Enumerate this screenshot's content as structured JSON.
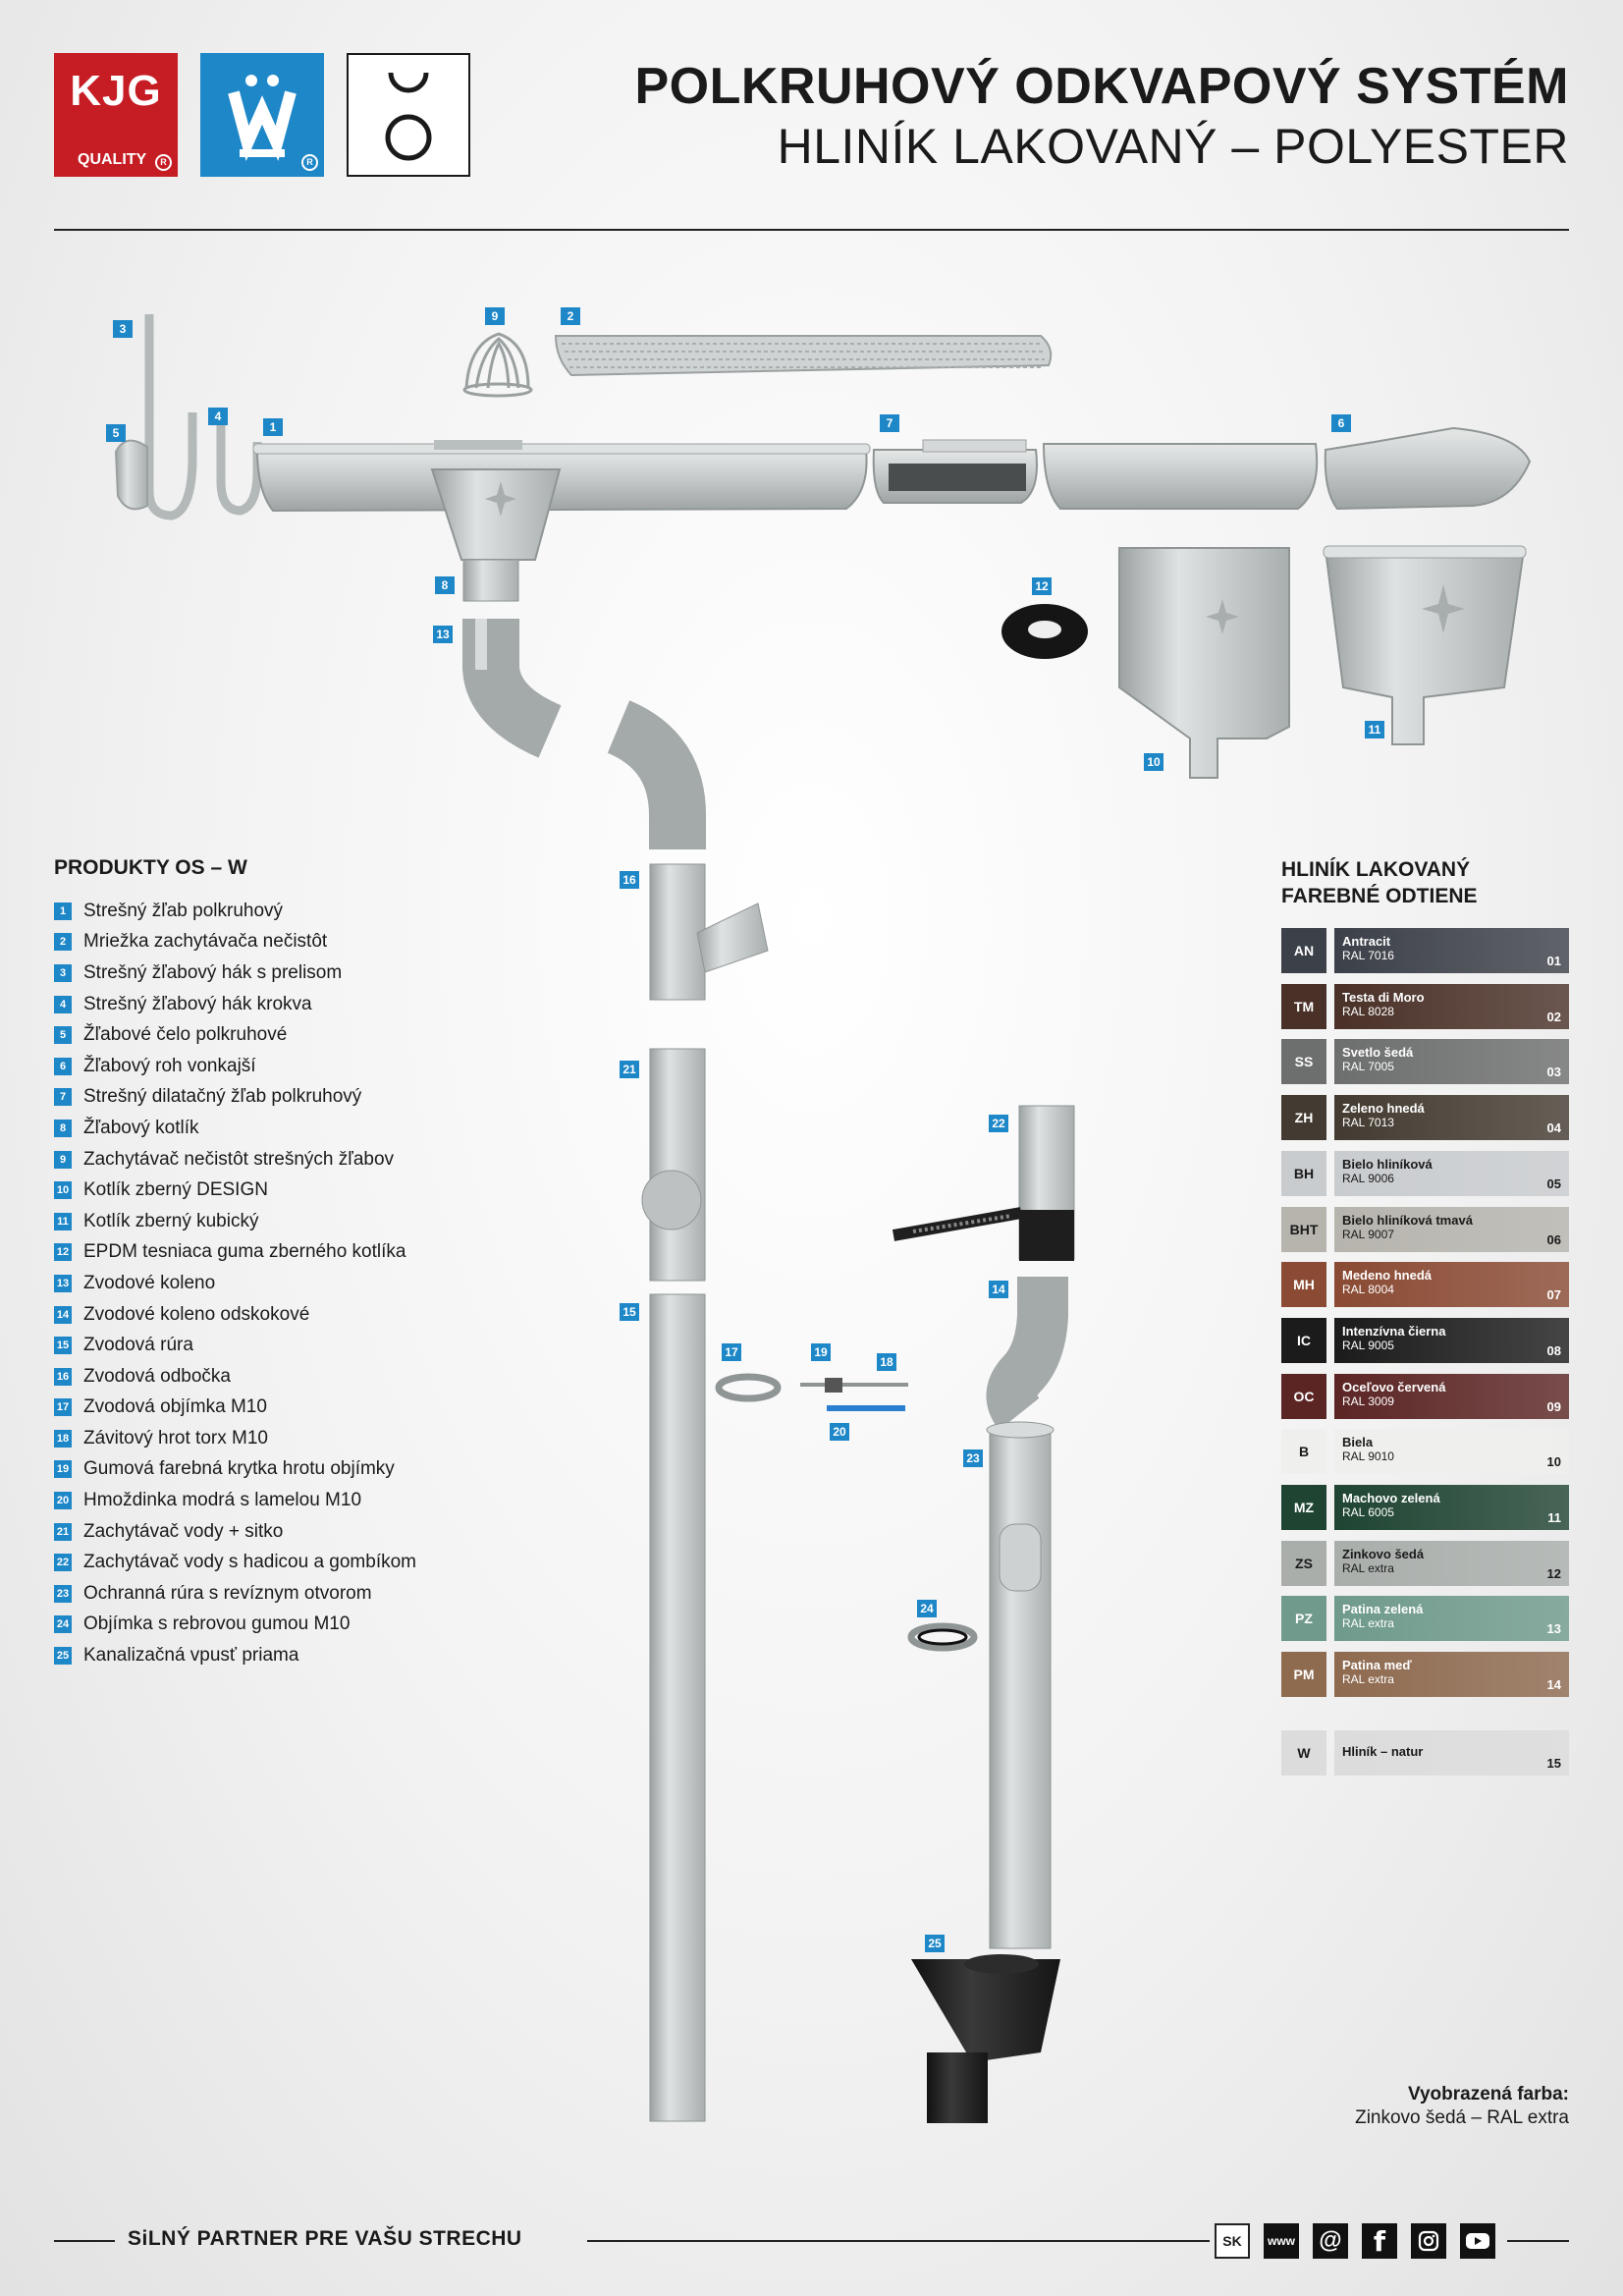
{
  "header": {
    "title_line1": "POLKRUHOVÝ ODKVAPOVÝ SYSTÉM",
    "title_line2": "HLINÍK LAKOVANÝ – POLYESTER",
    "logo_kjg_text": "KJG",
    "logo_kjg_sub": "QUALITY"
  },
  "products": {
    "title": "PRODUKTY OS – W",
    "items": [
      {
        "num": "1",
        "label": "Strešný žľab polkruhový"
      },
      {
        "num": "2",
        "label": "Mriežka zachytávača nečistôt"
      },
      {
        "num": "3",
        "label": "Strešný žľabový hák s prelisom"
      },
      {
        "num": "4",
        "label": "Strešný žľabový hák krokva"
      },
      {
        "num": "5",
        "label": "Žľabové čelo polkruhové"
      },
      {
        "num": "6",
        "label": "Žľabový roh vonkajší"
      },
      {
        "num": "7",
        "label": "Strešný dilatačný žľab polkruhový"
      },
      {
        "num": "8",
        "label": "Žľabový kotlík"
      },
      {
        "num": "9",
        "label": "Zachytávač nečistôt strešných žľabov"
      },
      {
        "num": "10",
        "label": "Kotlík zberný DESIGN"
      },
      {
        "num": "11",
        "label": "Kotlík zberný kubický"
      },
      {
        "num": "12",
        "label": "EPDM tesniaca guma zberného kotlíka"
      },
      {
        "num": "13",
        "label": "Zvodové koleno"
      },
      {
        "num": "14",
        "label": "Zvodové koleno odskokové"
      },
      {
        "num": "15",
        "label": "Zvodová rúra"
      },
      {
        "num": "16",
        "label": "Zvodová odbočka"
      },
      {
        "num": "17",
        "label": "Zvodová objímka M10"
      },
      {
        "num": "18",
        "label": "Závitový hrot torx M10"
      },
      {
        "num": "19",
        "label": "Gumová farebná krytka hrotu objímky"
      },
      {
        "num": "20",
        "label": "Hmoždinka modrá s lamelou M10"
      },
      {
        "num": "21",
        "label": "Zachytávač vody + sitko"
      },
      {
        "num": "22",
        "label": "Zachytávač vody s hadicou a gombíkom"
      },
      {
        "num": "23",
        "label": "Ochranná rúra s revíznym otvorom"
      },
      {
        "num": "24",
        "label": "Objímka s rebrovou gumou M10"
      },
      {
        "num": "25",
        "label": "Kanalizačná vpusť priama"
      }
    ]
  },
  "colors": {
    "title_line1": "HLINÍK LAKOVANÝ",
    "title_line2": "FAREBNÉ ODTIENE",
    "items": [
      {
        "code": "AN",
        "name": "Antracit",
        "ral": "RAL 7016",
        "num": "01",
        "hex": "#3c4048",
        "text": "#ffffff"
      },
      {
        "code": "TM",
        "name": "Testa di Moro",
        "ral": "RAL 8028",
        "num": "02",
        "hex": "#4a3128",
        "text": "#ffffff"
      },
      {
        "code": "SS",
        "name": "Svetlo šedá",
        "ral": "RAL 7005",
        "num": "03",
        "hex": "#6d6e6e",
        "text": "#ffffff"
      },
      {
        "code": "ZH",
        "name": "Zeleno hnedá",
        "ral": "RAL 7013",
        "num": "04",
        "hex": "#433b31",
        "text": "#ffffff"
      },
      {
        "code": "BH",
        "name": "Bielo hliníková",
        "ral": "RAL 9006",
        "num": "05",
        "hex": "#c9cccf",
        "text": "#1a1a1a"
      },
      {
        "code": "BHT",
        "name": "Bielo hliníková tmavá",
        "ral": "RAL 9007",
        "num": "06",
        "hex": "#b6b4ad",
        "text": "#1a1a1a"
      },
      {
        "code": "MH",
        "name": "Medeno hnedá",
        "ral": "RAL 8004",
        "num": "07",
        "hex": "#8a4a33",
        "text": "#ffffff"
      },
      {
        "code": "IC",
        "name": "Intenzívna čierna",
        "ral": "RAL 9005",
        "num": "08",
        "hex": "#1b1b1c",
        "text": "#ffffff"
      },
      {
        "code": "OC",
        "name": "Oceľovo červená",
        "ral": "RAL 3009",
        "num": "09",
        "hex": "#5b2524",
        "text": "#ffffff"
      },
      {
        "code": "B",
        "name": "Biela",
        "ral": "RAL 9010",
        "num": "10",
        "hex": "#efefed",
        "text": "#1a1a1a"
      },
      {
        "code": "MZ",
        "name": "Machovo zelená",
        "ral": "RAL 6005",
        "num": "11",
        "hex": "#1f4432",
        "text": "#ffffff"
      },
      {
        "code": "ZS",
        "name": "Zinkovo šedá",
        "ral": "RAL extra",
        "num": "12",
        "hex": "#a9aeab",
        "text": "#1a1a1a"
      },
      {
        "code": "PZ",
        "name": "Patina zelená",
        "ral": "RAL extra",
        "num": "13",
        "hex": "#6f9a8c",
        "text": "#ffffff"
      },
      {
        "code": "PM",
        "name": "Patina meď",
        "ral": "RAL extra",
        "num": "14",
        "hex": "#8e6a4f",
        "text": "#ffffff"
      },
      {
        "code": "W",
        "name": "Hliník – natur",
        "ral": "",
        "num": "15",
        "hex": "#dcdcdc",
        "text": "#1a1a1a"
      }
    ]
  },
  "shown_color": {
    "label": "Vyobrazená farba:",
    "value": "Zinkovo šedá – RAL extra"
  },
  "footer": {
    "slogan": "SiLNÝ PARTNER PRE VAŠU STRECHU",
    "lang": "SK",
    "www": "www",
    "at": "@",
    "facebook": "f"
  }
}
